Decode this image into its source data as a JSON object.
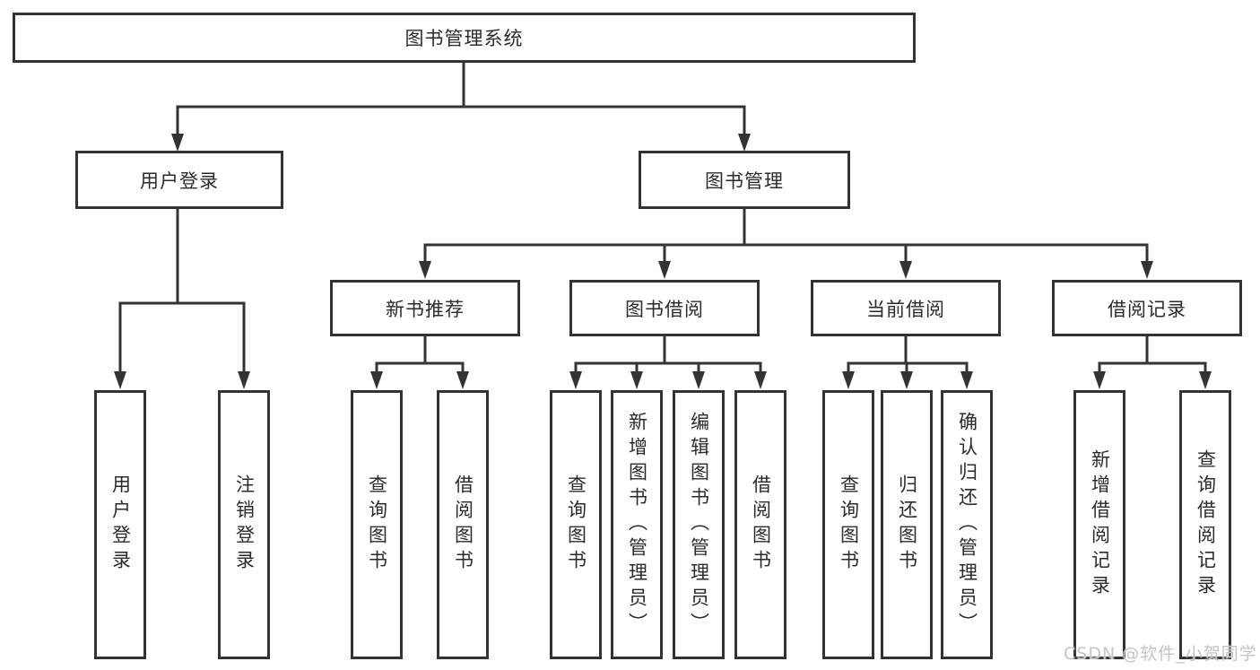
{
  "tree": {
    "root": {
      "label": "图书管理系统"
    },
    "branches": [
      {
        "label": "用户登录",
        "children": [
          {
            "label": "用户登录"
          },
          {
            "label": "注销登录"
          }
        ]
      },
      {
        "label": "图书管理",
        "children": [
          {
            "label": "新书推荐",
            "children": [
              {
                "label": "查询图书"
              },
              {
                "label": "借阅图书"
              }
            ]
          },
          {
            "label": "图书借阅",
            "children": [
              {
                "label": "查询图书"
              },
              {
                "label": "新增图书（管理员）"
              },
              {
                "label": "编辑图书（管理员）"
              },
              {
                "label": "借阅图书"
              }
            ]
          },
          {
            "label": "当前借阅",
            "children": [
              {
                "label": "查询图书"
              },
              {
                "label": "归还图书"
              },
              {
                "label": "确认归还（管理员）"
              }
            ]
          },
          {
            "label": "借阅记录",
            "children": [
              {
                "label": "新增借阅记录"
              },
              {
                "label": "查询借阅记录"
              }
            ]
          }
        ]
      }
    ]
  },
  "watermark": {
    "text": "CSDN @软件_小贺同学"
  },
  "colors": {
    "line": "#333333",
    "text": "#2b2b2b",
    "background": "#ffffff",
    "watermark": "#c4c4c4"
  }
}
